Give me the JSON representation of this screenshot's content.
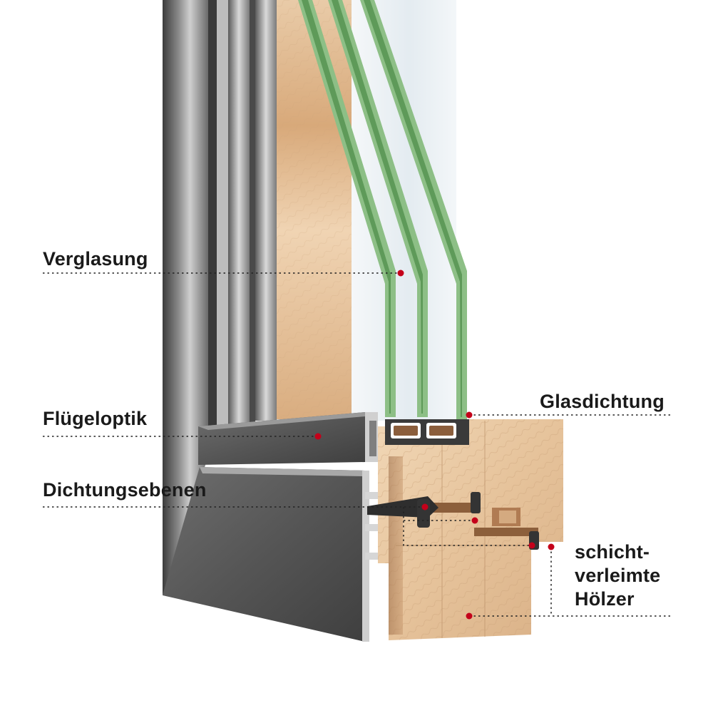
{
  "callouts": {
    "verglasung": "Verglasung",
    "fluegeloptik": "Flügeloptik",
    "dichtungsebenen": "Dichtungsebenen",
    "glasdichtung": "Glasdichtung",
    "hoelzer": [
      "schicht-",
      "verleimte",
      "Hölzer"
    ]
  },
  "colors": {
    "marker": "#c4001a",
    "leader": "#222222",
    "aluminium": "#5b5b5b",
    "wood": "#e4c29c",
    "glass_edge": "#6fae6a",
    "gasket": "#2e2e2e"
  }
}
